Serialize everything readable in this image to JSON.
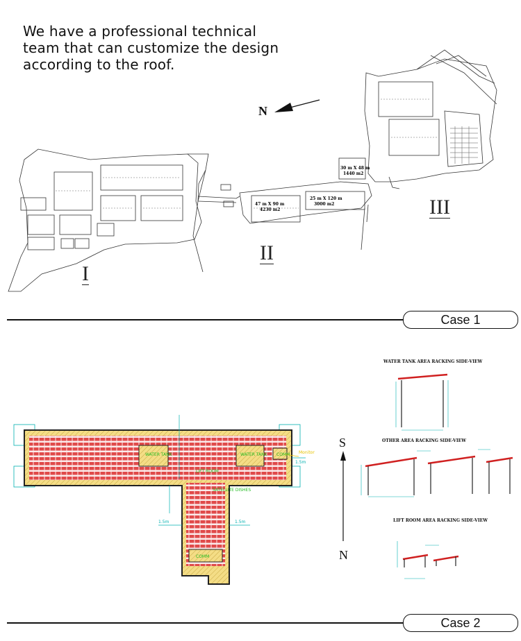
{
  "intro": {
    "line1": "We have a professional technical",
    "line2": "team that can customize the design",
    "line3": "according to the roof."
  },
  "case1": {
    "label": "Case 1",
    "north": "N",
    "sites": [
      "I",
      "II",
      "III"
    ],
    "blocks": {
      "b1": "47 m X 90 m",
      "b1b": "4230 m2",
      "b2": "25 m X 120 m",
      "b2b": "3000 m2",
      "b3": "30 m X 48 m",
      "b3b": "1440 m2"
    }
  },
  "case2": {
    "label": "Case 2",
    "rooms": {
      "water_left": "WATER TANK",
      "water_right": "WATER TANK",
      "lift": "LIFT ROOM",
      "dishes": "SATELLITE DISHES",
      "comm_right": "COMM",
      "comm_bottom": "COMM"
    },
    "compass_s": "S",
    "compass_n": "N",
    "views": {
      "water": "WATER TANK AREA RACKING SIDE-VIEW",
      "other": "OTHER AREA RACKING SIDE-VIEW",
      "lift": "LIFT ROOM AREA RACKING SIDE-VIEW"
    }
  },
  "colors": {
    "panel": "#e04a4a",
    "roof": "#f0d77a",
    "dim": "#00b0b0",
    "label": "#22bb22"
  }
}
